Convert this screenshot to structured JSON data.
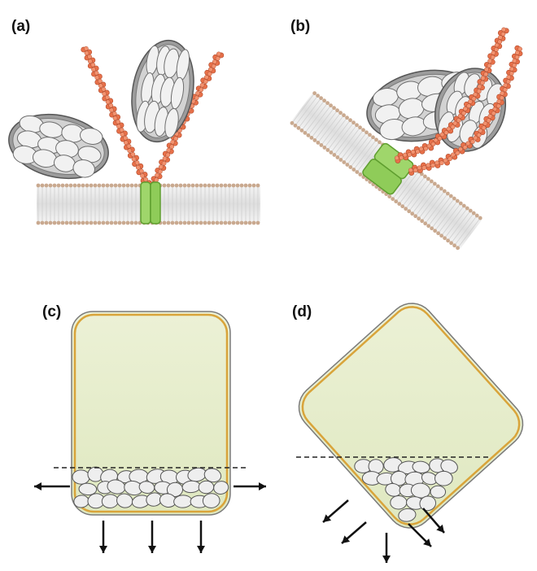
{
  "panels": [
    {
      "id": "a",
      "label": "(a)"
    },
    {
      "id": "b",
      "label": "(b)"
    },
    {
      "id": "c",
      "label": "(c)"
    },
    {
      "id": "d",
      "label": "(d)"
    }
  ],
  "colors": {
    "membrane_head": "#c9a98f",
    "membrane_tail": "#e6e6e6",
    "channel": "#9fd66b",
    "channel_stroke": "#5f9e2f",
    "filament": "#e8714a",
    "filament_stroke": "#b0492a",
    "amyloplast_outer": "#8c8c8c",
    "amyloplast_inner": "#d2d2d2",
    "granule": "#eeeeee",
    "cell_fill": "#e4ecc9",
    "cell_wall": "#d9a43a",
    "cell_outline": "#7a7a7a",
    "arrow": "#111111"
  }
}
